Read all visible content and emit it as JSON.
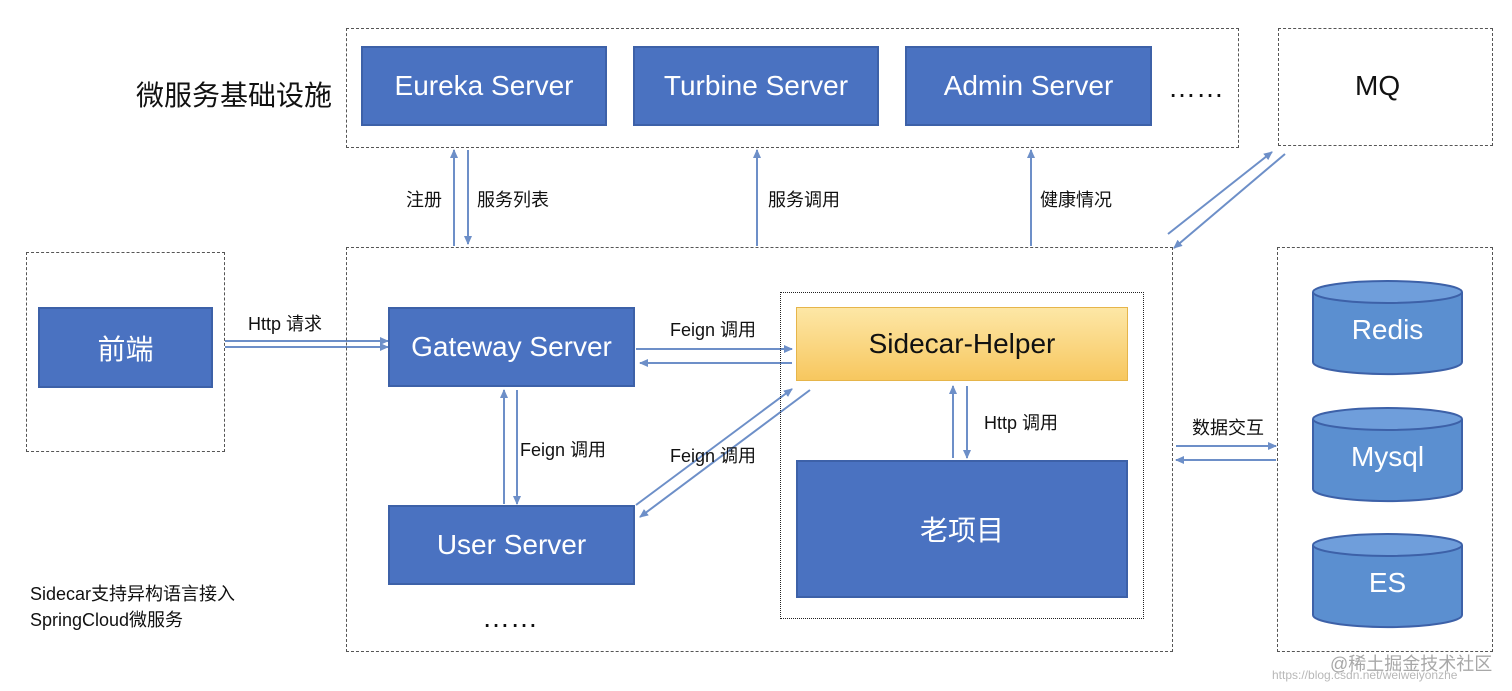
{
  "infra": {
    "title": "微服务基础设施",
    "boxes": [
      "Eureka Server",
      "Turbine Server",
      "Admin Server"
    ],
    "more": "……"
  },
  "mq": "MQ",
  "frontend": "前端",
  "gateway": "Gateway Server",
  "user": "User Server",
  "sidecar": "Sidecar-Helper",
  "legacy": "老项目",
  "more_services": "……",
  "databases": [
    "Redis",
    "Mysql",
    "ES"
  ],
  "labels": {
    "register": "注册",
    "service_list": "服务列表",
    "service_call": "服务调用",
    "health": "健康情况",
    "http_request": "Http 请求",
    "feign_gateway_sidecar": "Feign 调用",
    "feign_gateway_user": "Feign 调用",
    "feign_user_sidecar": "Feign 调用",
    "http_call": "Http 调用",
    "data_exchange": "数据交互"
  },
  "note": {
    "line1": "Sidecar支持异构语言接入",
    "line2": "SpringCloud微服务"
  },
  "watermark": {
    "brand": "@稀土掘金技术社区",
    "url": "https://blog.csdn.net/weiweiyonzhe"
  },
  "colors": {
    "box_fill": "#4a72c1",
    "cylinder_fill": "#5b8fd0",
    "sidecar_fill": "#f7c75f",
    "arrow": "#6d8fc8"
  }
}
